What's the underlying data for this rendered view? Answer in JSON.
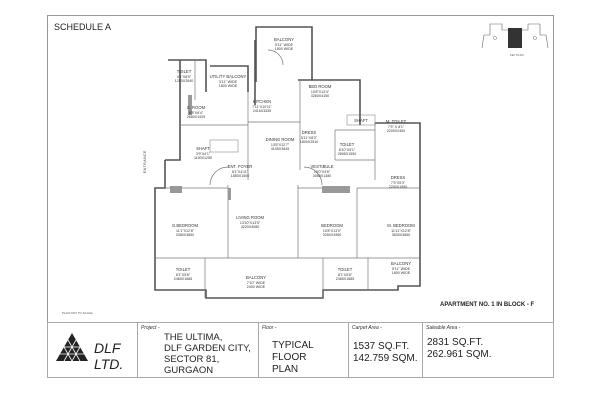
{
  "schedule_title": "SCHEDULE A",
  "key_plan_label": "KEY PLAN",
  "entrance_label": "ENTRANCE",
  "scale_note": "PLAN NOT TO SCALE.",
  "apartment_label": "APARTMENT NO. 1 IN BLOCK - F",
  "rooms": [
    {
      "name": "BALCONY",
      "dim1": "5'11\" WIDE",
      "dim2": "1800 WIDE"
    },
    {
      "name": "TOILET",
      "dim1": "4'1\"X8'9\"",
      "dim2": "1250X2640"
    },
    {
      "name": "UTILITY BALCONY",
      "dim1": "3'11\" WIDE",
      "dim2": "1800 WIDE"
    },
    {
      "name": "S. ROOM",
      "dim1": "8'8\"X6'4\"",
      "dim2": "2650X1925"
    },
    {
      "name": "KITCHEN",
      "dim1": "7'11\"X10'11\"",
      "dim2": "2415X3335"
    },
    {
      "name": "BED ROOM",
      "dim1": "10'8\"X13'4\"",
      "dim2": "3260X4150"
    },
    {
      "name": "DINING ROOM",
      "dim1": "13'6\"X12'7\"",
      "dim2": "4105X3845"
    },
    {
      "name": "SHAFT",
      "dim1": "3'9\"X4'1\"",
      "dim2": "1150X1250"
    },
    {
      "name": "DRESS",
      "dim1": "5'11\"X8'3\"",
      "dim2": "1800X2510"
    },
    {
      "name": "SHAFT",
      "dim1": "",
      "dim2": ""
    },
    {
      "name": "TOILET",
      "dim1": "8'10\"X5'1\"",
      "dim2": "2695X1550"
    },
    {
      "name": "M. TOILET",
      "dim1": "7'3\" X 8'1\"",
      "dim2": "2200X2450"
    },
    {
      "name": "DRESS",
      "dim1": "7'3\"X5'3\"",
      "dim2": "2200X1590"
    },
    {
      "name": "ENT. FOYER",
      "dim1": "6'1\"X4'11\"",
      "dim2": "1850X1500"
    },
    {
      "name": "VESTIBULE",
      "dim1": "10'0\"X4'6\"",
      "dim2": "3060X1380"
    },
    {
      "name": "G.BEDROOM",
      "dim1": "11'1\"X12'8\"",
      "dim2": "3380X3850"
    },
    {
      "name": "LIVING ROOM",
      "dim1": "13'10\"X13'5\"",
      "dim2": "4220X4080"
    },
    {
      "name": "BEDROOM",
      "dim1": "10'8\"X13'0\"",
      "dim2": "3250X3960"
    },
    {
      "name": "M. BEDROOM",
      "dim1": "11'11\"X12'8\"",
      "dim2": "3630X3850"
    },
    {
      "name": "TOILET",
      "dim1": "8'1\"X5'6\"",
      "dim2": "2465X1685"
    },
    {
      "name": "BALCONY",
      "dim1": "7'10\" WIDE",
      "dim2": "2400 WIDE"
    },
    {
      "name": "TOILET",
      "dim1": "8'1\"X5'6\"",
      "dim2": "2465X1685"
    },
    {
      "name": "BALCONY",
      "dim1": "5'11\" WIDE",
      "dim2": "1800 WIDE"
    }
  ],
  "title_block": {
    "company": "DLF LTD.",
    "project_label": "Project -",
    "project_lines": [
      "THE ULTIMA,",
      "DLF GARDEN CITY,",
      "SECTOR 81, GURGAON"
    ],
    "floor_label": "Floor -",
    "floor_lines": [
      "TYPICAL FLOOR",
      "PLAN"
    ],
    "carpet_label": "Carpet Area -",
    "carpet_lines": [
      "1537 SQ.FT.",
      "142.759 SQM."
    ],
    "saleable_label": "Saleable Area -",
    "saleable_lines": [
      "2831 SQ.FT.",
      "262.961 SQM."
    ]
  }
}
